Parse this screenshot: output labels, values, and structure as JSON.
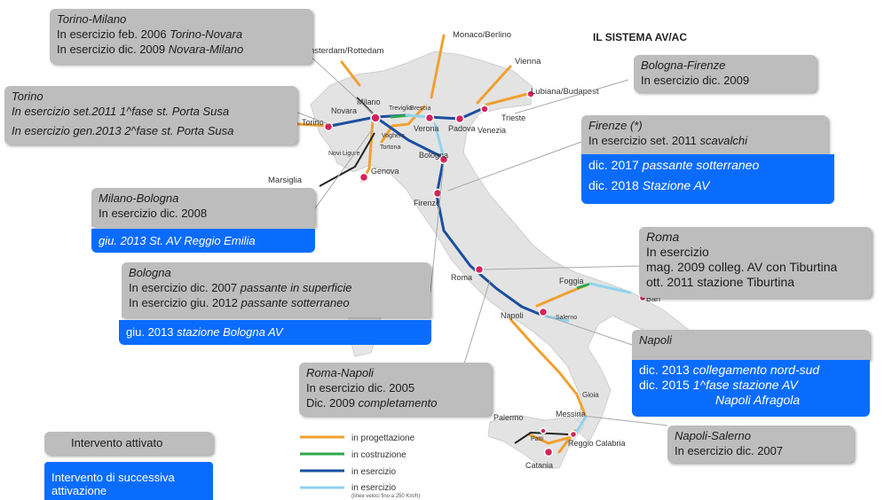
{
  "map_title": "IL SISTEMA AV/AC",
  "boxes": {
    "torino_milano": {
      "title": "Torino-Milano",
      "line1_a": "In esercizio feb. 2006 ",
      "line1_b": "Torino-Novara",
      "line2_a": "In esercizio dic. 2009 ",
      "line2_b": "Novara-Milano"
    },
    "torino": {
      "title": "Torino",
      "line1_a": "In esercizio set.2011  1^fase st. Porta Susa",
      "line2_a": "In esercizio gen.2013  2^fase st. Porta Susa"
    },
    "bologna_firenze": {
      "title": "Bologna-Firenze",
      "line1_a": "In esercizio dic. 2009"
    },
    "firenze": {
      "title": "Firenze (*)",
      "line1_a": "In esercizio set. 2011 ",
      "line1_b": "scavalchi",
      "blue1_a": "dic. 2017 ",
      "blue1_b": "passante sotterraneo",
      "blue2_a": "dic. 2018 ",
      "blue2_b": "Stazione AV"
    },
    "milano_bologna": {
      "title": "Milano-Bologna",
      "line1_a": "In esercizio dic. 2008",
      "blue1_a": "giu. 2013 St. AV Reggio Emilia"
    },
    "roma": {
      "title": "Roma",
      "line1_a": "In esercizio",
      "line2_a": "mag. 2009 colleg. AV con Tiburtina",
      "line3_a": "ott.  2011   stazione Tiburtina"
    },
    "bologna": {
      "title": "Bologna",
      "line1_a": "In esercizio dic. 2007 ",
      "line1_b": "passante in superficie",
      "line2_a": "In esercizio giu. 2012  ",
      "line2_b": "passante sotterraneo",
      "blue1_a": "giu. 2013   ",
      "blue1_b": "stazione  Bologna AV"
    },
    "napoli": {
      "title": "Napoli",
      "blue1_a": "dic. 2013 ",
      "blue1_b": "collegamento nord-sud",
      "blue2_a": "dic. 2015  ",
      "blue2_b": "1^fase stazione AV",
      "blue3_a": "Napoli Afragola"
    },
    "roma_napoli": {
      "title": "Roma-Napoli",
      "line1_a": "In esercizio dic. 2005",
      "line2_a": "Dic. 2009 ",
      "line2_b": "completamento"
    },
    "napoli_salerno": {
      "title": "Napoli-Salerno",
      "line1_a": "In esercizio dic. 2007"
    }
  },
  "key": {
    "activated": "Intervento attivato",
    "later": "Intervento di successiva attivazione"
  },
  "line_legend": [
    {
      "label": "in progettazione",
      "color": "#f0a030"
    },
    {
      "label": "in costruzione",
      "color": "#2ea84a"
    },
    {
      "label": "in esercizio",
      "color": "#1a4fa0"
    },
    {
      "label": "in esercizio",
      "color": "#8fd3f0",
      "note": "(linee veloci fino a 250 Km/h)"
    }
  ],
  "cities": {
    "milano": "Milano",
    "torino": "Torino",
    "novara": "Novara",
    "treviglio": "Treviglio",
    "brescia": "Brescia",
    "verona": "Verona",
    "padova": "Padova",
    "venezia": "Venezia",
    "trieste": "Trieste",
    "voghera": "Voghera",
    "tortona": "Tortona",
    "novi": "Novi Ligure",
    "genova": "Genova",
    "bologna": "Bologna",
    "firenze": "Firenze",
    "roma": "Roma",
    "napoli": "Napoli",
    "salerno": "Salerno",
    "foggia": "Foggia",
    "bari": "Bari",
    "gioia": "Gioia",
    "messina": "Messina",
    "reggio": "Reggio Calabria",
    "palermo": "Palermo",
    "patti": "Patti",
    "catania": "Catania"
  },
  "destinations": {
    "rotterdam": "Amsterdam/Rottedam",
    "monaco": "Monaco/Berlino",
    "vienna": "Vienna",
    "lubiana": "Lubiana/Budapest",
    "marsiglia": "Marsiglia"
  },
  "colors": {
    "planned": "#f0a030",
    "construction": "#2ea84a",
    "operating": "#1a4fa0",
    "fast": "#8fd3f0",
    "blue_box": "#0a6cff",
    "grey_box": "#bdbdbd",
    "station": "#d4245c"
  }
}
